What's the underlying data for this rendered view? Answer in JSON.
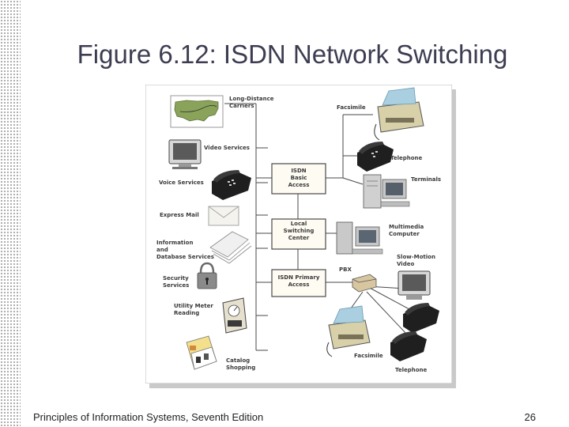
{
  "slide": {
    "title": "Figure 6.12: ISDN Network Switching",
    "footer": "Principles of Information Systems, Seventh Edition",
    "page_number": "26"
  },
  "diagram": {
    "hubs": [
      {
        "id": "isdn-basic-access",
        "label": "ISDN\nBasic\nAccess"
      },
      {
        "id": "local-switching-center",
        "label": "Local\nSwitching\nCenter"
      },
      {
        "id": "isdn-primary-access",
        "label": "ISDN Primary\nAccess"
      }
    ],
    "left_services": [
      {
        "id": "long-distance-carriers",
        "label": "Long-Distance\nCarriers",
        "icon": "us-map-icon"
      },
      {
        "id": "video-services",
        "label": "Video Services",
        "icon": "monitor-icon"
      },
      {
        "id": "voice-services",
        "label": "Voice Services",
        "icon": "telephone-icon"
      },
      {
        "id": "express-mail",
        "label": "Express Mail",
        "icon": "envelope-icon"
      },
      {
        "id": "information-database",
        "label": "Information\nand\nDatabase Services",
        "icon": "paper-stack-icon"
      },
      {
        "id": "security-services",
        "label": "Security\nServices",
        "icon": "padlock-icon"
      },
      {
        "id": "utility-meter",
        "label": "Utility Meter\nReading",
        "icon": "meter-icon"
      },
      {
        "id": "catalog-shopping",
        "label": "Catalog\nShopping",
        "icon": "catalog-icon"
      }
    ],
    "right_devices": [
      {
        "id": "facsimile-top",
        "label": "Facsimile",
        "icon": "fax-icon"
      },
      {
        "id": "telephone-top",
        "label": "Telephone",
        "icon": "telephone-icon"
      },
      {
        "id": "terminals",
        "label": "Terminals",
        "icon": "terminal-icon"
      },
      {
        "id": "multimedia-computer",
        "label": "Multimedia\nComputer",
        "icon": "computer-icon"
      },
      {
        "id": "slow-motion-video",
        "label": "Slow-Motion\nVideo",
        "icon": "monitor-icon"
      },
      {
        "id": "pbx",
        "label": "PBX",
        "icon": "pbx-icon"
      },
      {
        "id": "facsimile-bottom",
        "label": "Facsimile",
        "icon": "fax-icon"
      },
      {
        "id": "telephone-bottom",
        "label": "Telephone",
        "icon": "telephone-icon"
      }
    ],
    "colors": {
      "map": "#8aa35a",
      "line": "#4a4a4a",
      "box": "#fdfbf2",
      "fax": "#d8d0a8",
      "fax_paper": "#a9cfe0"
    }
  }
}
